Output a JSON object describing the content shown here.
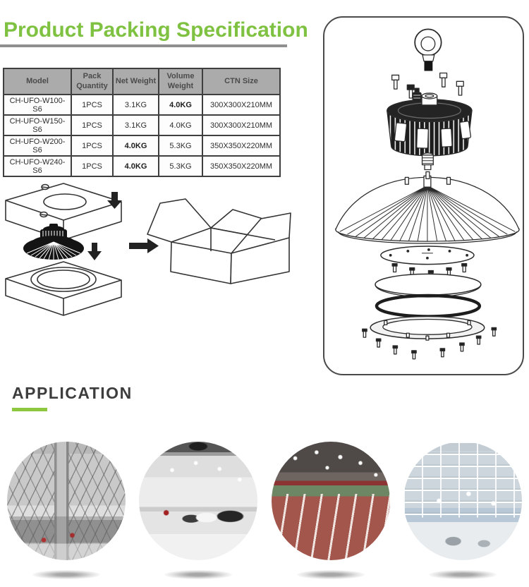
{
  "header": {
    "title": "Product Packing Specification"
  },
  "packing_table": {
    "headers": [
      "Model",
      "Pack Quantity",
      "Net Weight",
      "Volume Weight",
      "CTN Size"
    ],
    "rows": [
      {
        "model": "CH-UFO-W100-S6",
        "pack_quantity": "1PCS",
        "net_weight": "3.1KG",
        "volume_weight": "4.0KG",
        "ctn_size": "300X300X210MM"
      },
      {
        "model": "CH-UFO-W150-S6",
        "pack_quantity": "1PCS",
        "net_weight": "3.1KG",
        "volume_weight": "4.0KG",
        "ctn_size": "300X300X210MM"
      },
      {
        "model": "CH-UFO-W200-S6",
        "pack_quantity": "1PCS",
        "net_weight": "4.0KG",
        "volume_weight": "5.3KG",
        "ctn_size": "350X350X220MM"
      },
      {
        "model": "CH-UFO-W240-S6",
        "pack_quantity": "1PCS",
        "net_weight": "4.0KG",
        "volume_weight": "5.3KG",
        "ctn_size": "350X350X220MM"
      }
    ]
  },
  "application": {
    "title": "APPLICATION",
    "photos": [
      {
        "name": "industrial-building-interior"
      },
      {
        "name": "indoor-parking-showroom"
      },
      {
        "name": "indoor-running-track"
      },
      {
        "name": "warehouse-high-bay"
      }
    ]
  },
  "colors": {
    "accent_green": "#8dc63f",
    "title_green": "#7fc242",
    "divider_gray": "#8f8f8f",
    "table_header_bg": "#ababab",
    "table_border": "#3f3f3f",
    "heading_text": "#3d3d3d"
  }
}
